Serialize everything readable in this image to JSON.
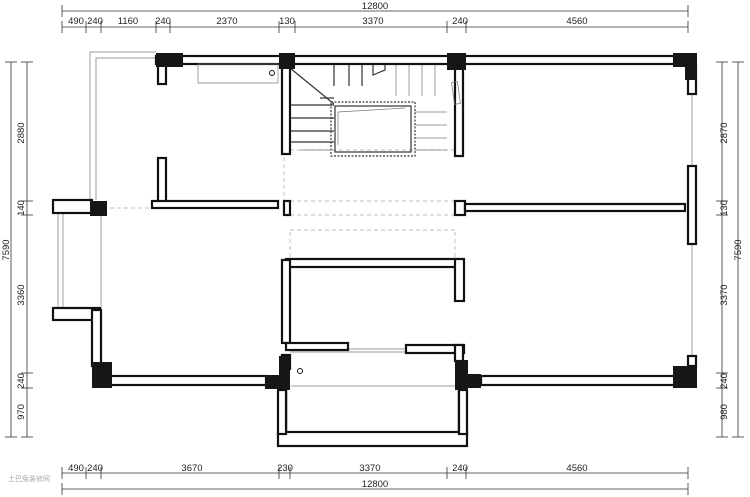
{
  "dimensions": {
    "top_total": "12800",
    "top_segments": [
      "490",
      "240",
      "1160",
      "240",
      "2370",
      "130",
      "3370",
      "240",
      "4560"
    ],
    "bottom_total": "12800",
    "bottom_segments": [
      "490",
      "240",
      "3670",
      "230",
      "3370",
      "240",
      "4560"
    ],
    "left_total": "7590",
    "left_segments": [
      "2880",
      "140",
      "3360",
      "240",
      "970"
    ],
    "right_total": "7590",
    "right_segments": [
      "2870",
      "130",
      "3370",
      "240",
      "980"
    ]
  },
  "watermark": "土巴兔装修网"
}
